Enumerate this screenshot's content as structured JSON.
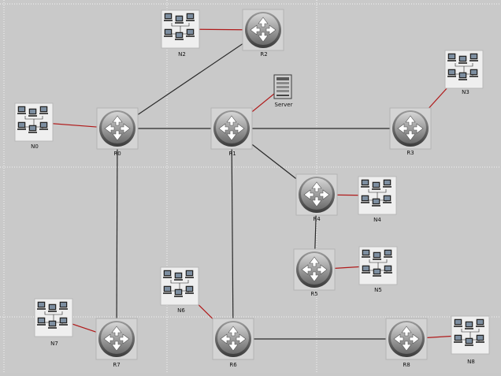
{
  "colors": {
    "background": "#c9c9c9",
    "link_black": "#2a2a2a",
    "link_red": "#b01a1a",
    "router_top": "#d6d6d6",
    "router_bottom": "#6a6a6a"
  },
  "routers": [
    {
      "id": "R0",
      "label": "R0"
    },
    {
      "id": "R1",
      "label": "R1"
    },
    {
      "id": "R2",
      "label": "R2"
    },
    {
      "id": "R3",
      "label": "R3"
    },
    {
      "id": "R4",
      "label": "R4"
    },
    {
      "id": "R5",
      "label": "R5"
    },
    {
      "id": "R6",
      "label": "R6"
    },
    {
      "id": "R7",
      "label": "R7"
    },
    {
      "id": "R8",
      "label": "R8"
    }
  ],
  "networks": [
    {
      "id": "N0",
      "label": "N0"
    },
    {
      "id": "N2",
      "label": "N2"
    },
    {
      "id": "N3",
      "label": "N3"
    },
    {
      "id": "N4",
      "label": "N4"
    },
    {
      "id": "N5",
      "label": "N5"
    },
    {
      "id": "N6",
      "label": "N6"
    },
    {
      "id": "N7",
      "label": "N7"
    },
    {
      "id": "N8",
      "label": "N8"
    }
  ],
  "server": {
    "id": "Server",
    "label": "Server"
  },
  "links": [
    {
      "from": "N0",
      "to": "R0",
      "style": "red"
    },
    {
      "from": "N2",
      "to": "R2",
      "style": "red"
    },
    {
      "from": "R0",
      "to": "R2",
      "style": "black"
    },
    {
      "from": "R0",
      "to": "R1",
      "style": "black"
    },
    {
      "from": "R0",
      "to": "R7",
      "style": "black"
    },
    {
      "from": "R1",
      "to": "Server",
      "style": "red"
    },
    {
      "from": "R1",
      "to": "R3",
      "style": "black"
    },
    {
      "from": "R3",
      "to": "N3",
      "style": "red"
    },
    {
      "from": "R1",
      "to": "R4",
      "style": "black"
    },
    {
      "from": "R1",
      "to": "R6",
      "style": "black"
    },
    {
      "from": "R4",
      "to": "N4",
      "style": "red"
    },
    {
      "from": "R4",
      "to": "R5",
      "style": "black"
    },
    {
      "from": "R5",
      "to": "N5",
      "style": "red"
    },
    {
      "from": "N6",
      "to": "R6",
      "style": "red"
    },
    {
      "from": "N7",
      "to": "R7",
      "style": "red"
    },
    {
      "from": "R6",
      "to": "R8",
      "style": "black"
    },
    {
      "from": "R8",
      "to": "N8",
      "style": "red"
    }
  ]
}
